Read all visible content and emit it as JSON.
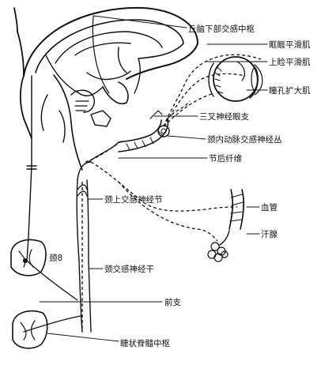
{
  "labels": {
    "hypothalamus": "丘脑下部交感中枢",
    "orbital_muscle": "眶睚平滑肌",
    "tarsal_muscle": "上睑平滑肌",
    "dilator_pupillae": "瞳孔扩大肌",
    "trigeminal_branch": "三叉神经眼支",
    "carotid_plexus": "颈内动脉交感神经丛",
    "postganglionic": "节后纤维",
    "superior_ganglion": "颈上交感神经节",
    "blood_vessel": "血管",
    "sweat_gland": "汗腺",
    "c8": "颈8",
    "sympathetic_trunk": "颈交感神经干",
    "anterior_branch": "前支",
    "ciliospinal_center": "睫状脊髓中枢"
  }
}
